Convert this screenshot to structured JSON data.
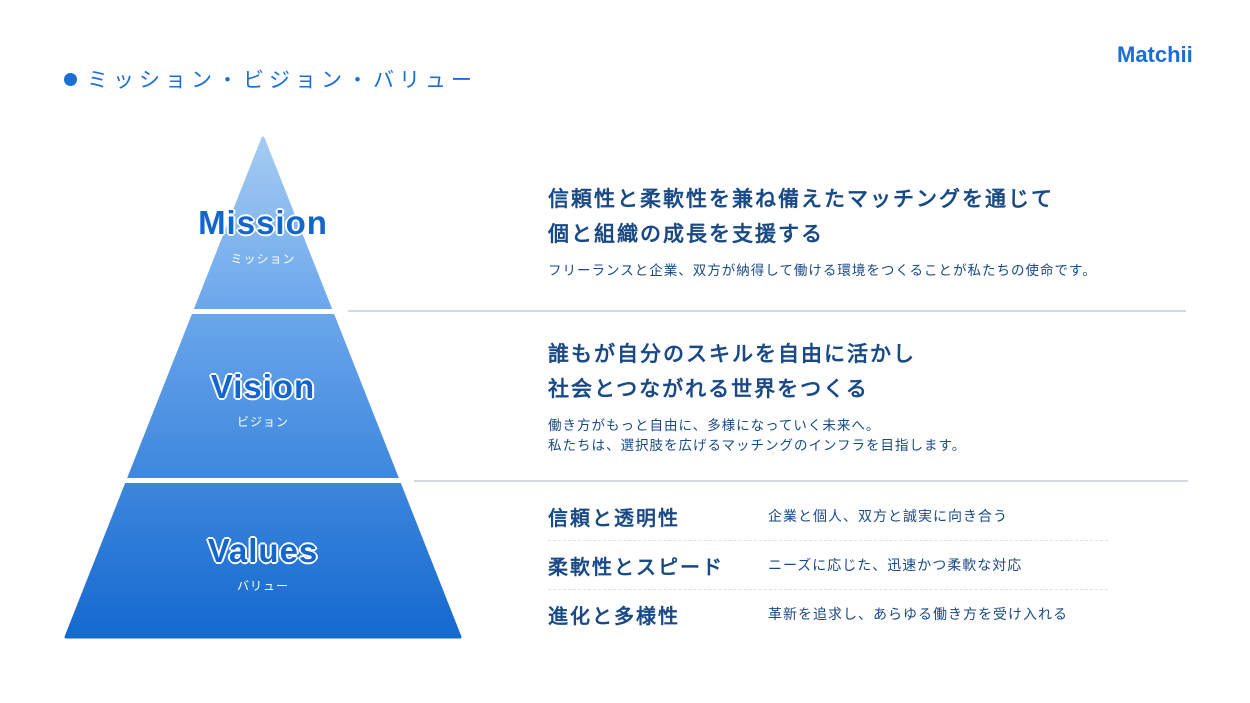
{
  "header": {
    "title": "ミッション・ビジョン・バリュー",
    "logo": "Matchii"
  },
  "pyramid": [
    {
      "label": "Mission",
      "sub": "ミッション"
    },
    {
      "label": "Vision",
      "sub": "ビジョン"
    },
    {
      "label": "Values",
      "sub": "バリュー"
    }
  ],
  "mission": {
    "heading": [
      "信頼性と柔軟性を兼ね備えたマッチングを通じて",
      "個と組織の成長を支援する"
    ],
    "desc": "フリーランスと企業、双方が納得して働ける環境をつくることが私たちの使命です。"
  },
  "vision": {
    "heading": [
      "誰もが自分のスキルを自由に活かし",
      "社会とつながれる世界をつくる"
    ],
    "desc": [
      "働き方がもっと自由に、多様になっていく未来へ。",
      "私たちは、選択肢を広げるマッチングのインフラを目指します。"
    ]
  },
  "values": [
    {
      "name": "信頼と透明性",
      "desc": "企業と個人、双方と誠実に向き合う"
    },
    {
      "name": "柔軟性とスピード",
      "desc": "ニーズに応じた、迅速かつ柔軟な対応"
    },
    {
      "name": "進化と多様性",
      "desc": "革新を追求し、あらゆる働き方を受け入れる"
    }
  ],
  "colors": {
    "accent": "#1a6fd6",
    "text": "#1a4a86"
  }
}
